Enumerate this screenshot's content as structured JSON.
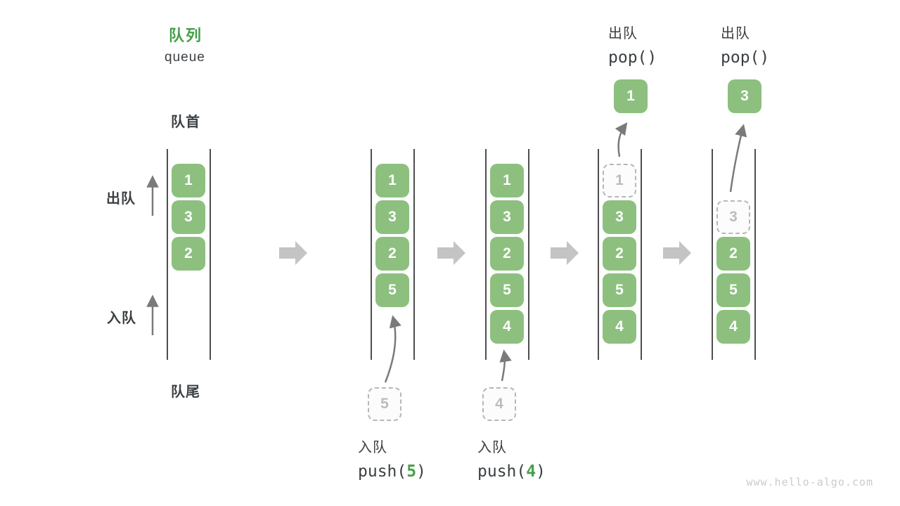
{
  "colors": {
    "accent_green": "#46a049",
    "box_green": "#8dc07f",
    "text_dark": "#3b4043",
    "muted": "#b9bdbd",
    "arrow": "#7a7a7a",
    "block_arrow": "#c4c4c4",
    "wall": "#4e4e4e",
    "watermark": "#cbcbcb"
  },
  "title": {
    "zh": "队列",
    "en": "queue"
  },
  "side_labels": {
    "front": "队首",
    "rear": "队尾",
    "dequeue": "出队",
    "enqueue": "入队"
  },
  "operations": {
    "push5": {
      "label": "入队",
      "fn": "push(",
      "arg": "5",
      "close": ")"
    },
    "push4": {
      "label": "入队",
      "fn": "push(",
      "arg": "4",
      "close": ")"
    },
    "pop1": {
      "label": "出队",
      "code": "pop()"
    },
    "pop2": {
      "label": "出队",
      "code": "pop()"
    }
  },
  "queue_states": [
    {
      "cells": [
        {
          "slot": 1,
          "value": "1",
          "variant": "filled"
        },
        {
          "slot": 2,
          "value": "3",
          "variant": "filled"
        },
        {
          "slot": 3,
          "value": "2",
          "variant": "filled"
        }
      ]
    },
    {
      "cells": [
        {
          "slot": 1,
          "value": "1",
          "variant": "filled"
        },
        {
          "slot": 2,
          "value": "3",
          "variant": "filled"
        },
        {
          "slot": 3,
          "value": "2",
          "variant": "filled"
        },
        {
          "slot": 4,
          "value": "5",
          "variant": "filled"
        }
      ],
      "staged": {
        "value": "5"
      }
    },
    {
      "cells": [
        {
          "slot": 1,
          "value": "1",
          "variant": "filled"
        },
        {
          "slot": 2,
          "value": "3",
          "variant": "filled"
        },
        {
          "slot": 3,
          "value": "2",
          "variant": "filled"
        },
        {
          "slot": 4,
          "value": "5",
          "variant": "filled"
        },
        {
          "slot": 5,
          "value": "4",
          "variant": "filled"
        }
      ],
      "staged": {
        "value": "4"
      }
    },
    {
      "cells": [
        {
          "slot": 1,
          "value": "1",
          "variant": "dashed"
        },
        {
          "slot": 2,
          "value": "3",
          "variant": "filled"
        },
        {
          "slot": 3,
          "value": "2",
          "variant": "filled"
        },
        {
          "slot": 4,
          "value": "5",
          "variant": "filled"
        },
        {
          "slot": 5,
          "value": "4",
          "variant": "filled"
        }
      ],
      "popped": {
        "value": "1"
      }
    },
    {
      "cells": [
        {
          "slot": 2,
          "value": "3",
          "variant": "dashed"
        },
        {
          "slot": 3,
          "value": "2",
          "variant": "filled"
        },
        {
          "slot": 4,
          "value": "5",
          "variant": "filled"
        },
        {
          "slot": 5,
          "value": "4",
          "variant": "filled"
        }
      ],
      "popped": {
        "value": "3"
      }
    }
  ],
  "watermark": "www.hello-algo.com"
}
